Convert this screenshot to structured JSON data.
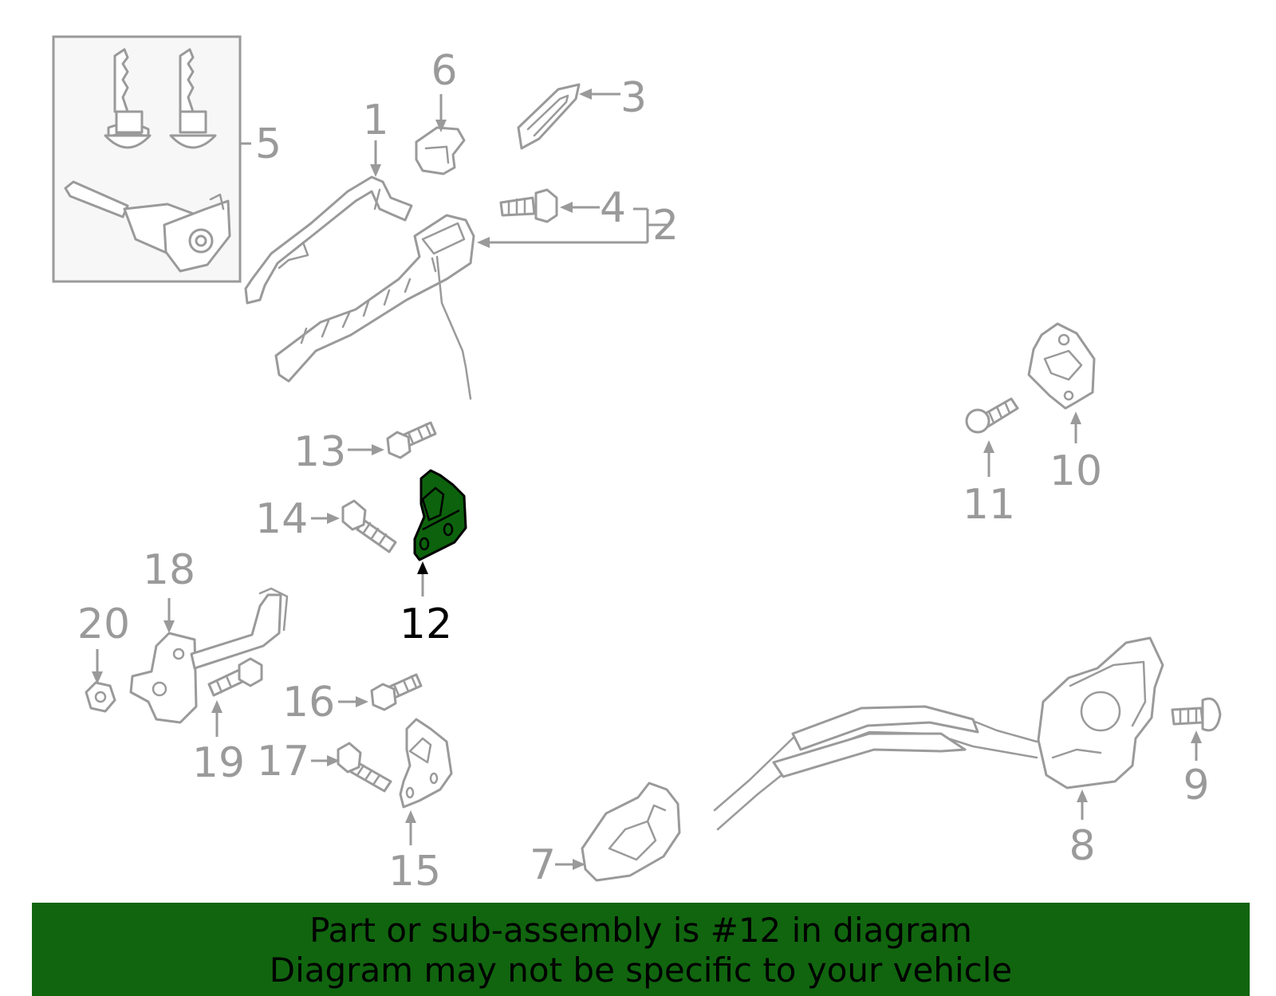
{
  "diagram": {
    "callouts": [
      "1",
      "2",
      "3",
      "4",
      "5",
      "6",
      "7",
      "8",
      "9",
      "10",
      "11",
      "12",
      "13",
      "14",
      "15",
      "16",
      "17",
      "18",
      "19",
      "20"
    ],
    "highlighted_part": "12",
    "highlight_color": "#0d620d",
    "line_color": "#9a9a9a"
  },
  "banner": {
    "line1": "Part or sub-assembly is #12 in diagram",
    "line2": "Diagram may not be specific to your vehicle",
    "background": "#11650f"
  }
}
